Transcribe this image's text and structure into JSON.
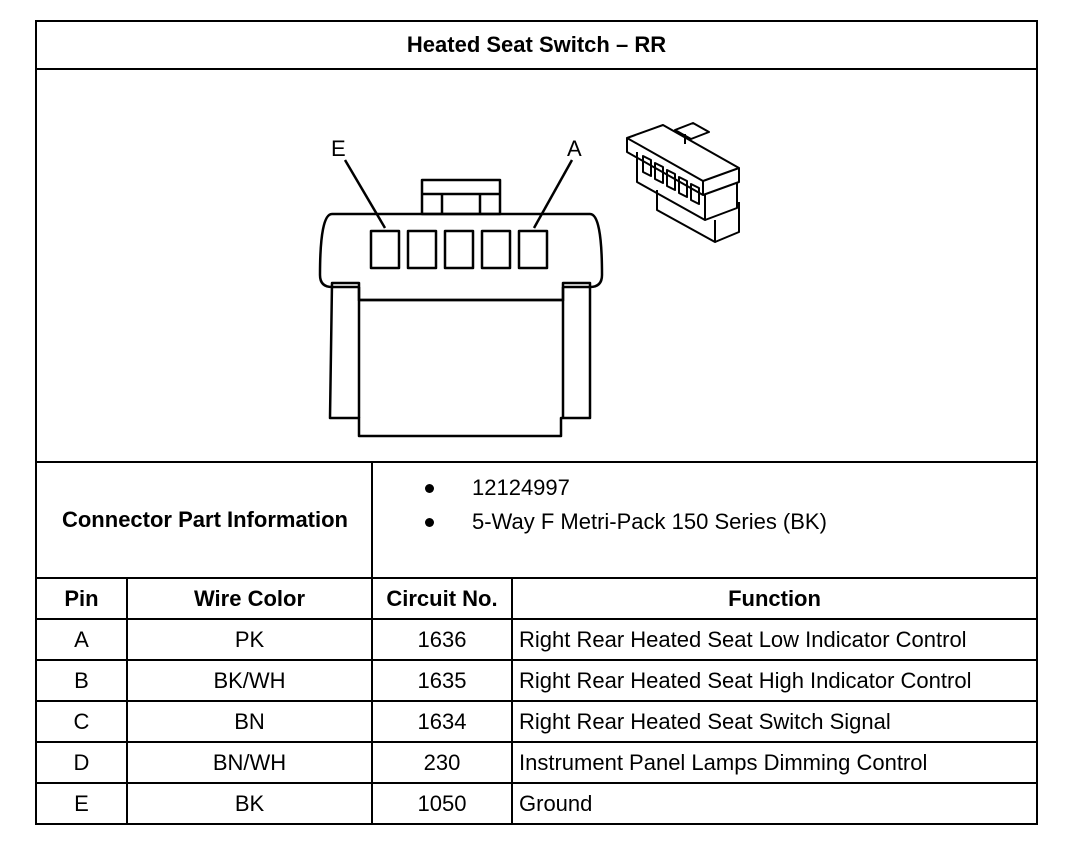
{
  "title": "Heated Seat Switch – RR",
  "connector_labels": {
    "left": "E",
    "right": "A"
  },
  "connector_part_info": {
    "label": "Connector Part Information",
    "items": [
      "12124997",
      "5-Way F Metri-Pack 150 Series (BK)"
    ]
  },
  "table": {
    "headers": [
      "Pin",
      "Wire Color",
      "Circuit No.",
      "Function"
    ],
    "rows": [
      [
        "A",
        "PK",
        "1636",
        "Right Rear Heated Seat Low Indicator Control"
      ],
      [
        "B",
        "BK/WH",
        "1635",
        "Right Rear Heated Seat High Indicator Control"
      ],
      [
        "C",
        "BN",
        "1634",
        "Right Rear Heated Seat Switch Signal"
      ],
      [
        "D",
        "BN/WH",
        "230",
        "Instrument Panel Lamps Dimming Control"
      ],
      [
        "E",
        "BK",
        "1050",
        "Ground"
      ]
    ]
  }
}
